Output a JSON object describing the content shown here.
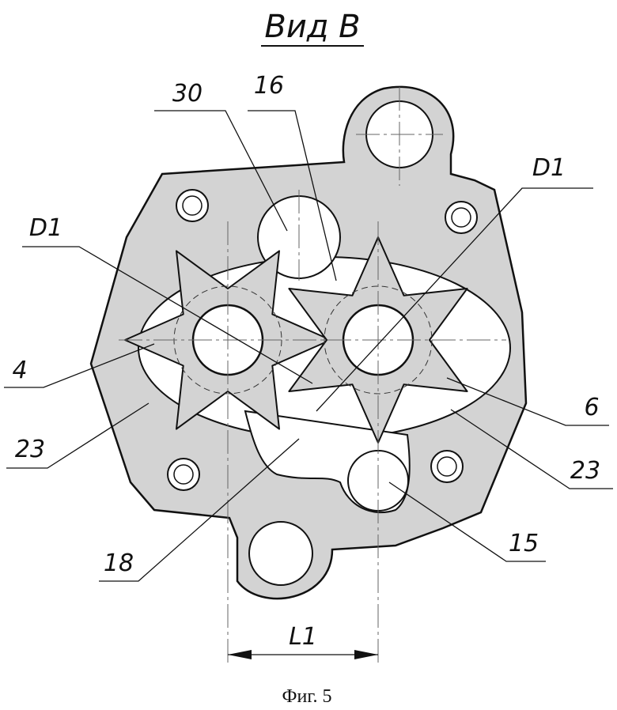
{
  "view_title": "Вид В",
  "caption": "Фиг. 5",
  "labels": {
    "l30": "30",
    "l16": "16",
    "d1_left": "D1",
    "d1_right": "D1",
    "l4": "4",
    "l6": "6",
    "l23_left": "23",
    "l23_right": "23",
    "l18": "18",
    "l15": "15",
    "dim_l1": "L1"
  }
}
